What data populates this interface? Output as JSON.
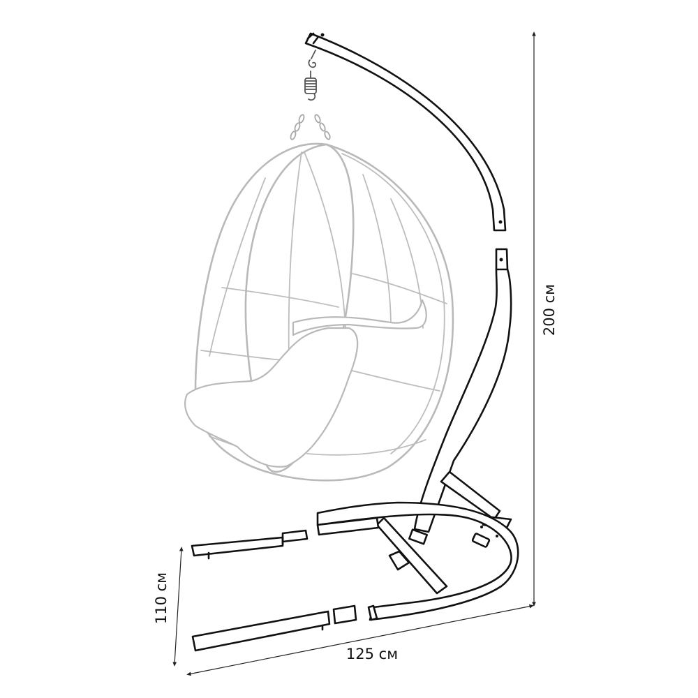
{
  "dimensions": {
    "height": "200 см",
    "depth": "110 см",
    "width": "125 см"
  },
  "components": {
    "stand": {
      "color": "#111111"
    },
    "chair": {
      "color": "#b9b9b9"
    }
  }
}
